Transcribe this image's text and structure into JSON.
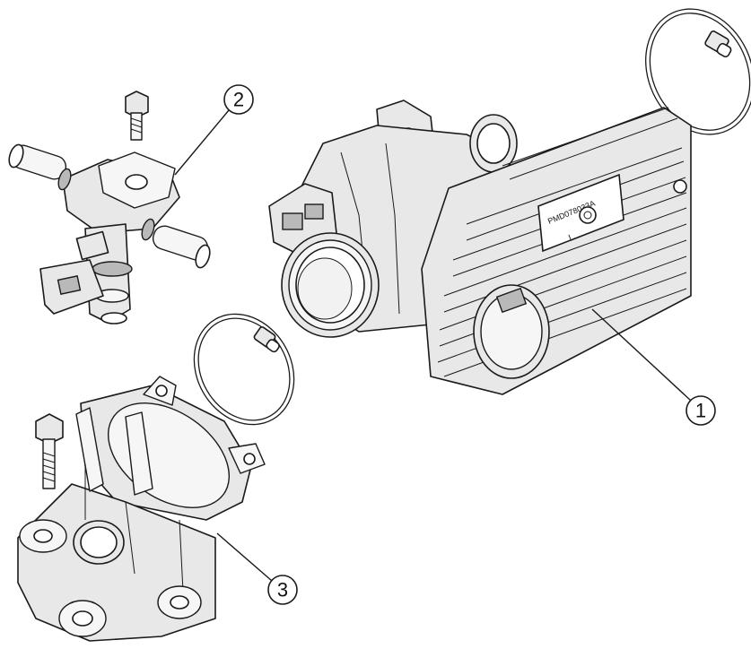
{
  "callouts": [
    {
      "label": "1"
    },
    {
      "label": "2"
    },
    {
      "label": "3"
    }
  ],
  "parts": {
    "throttle_body": {
      "plate_text": "PMD078033A",
      "plate_mark": "I"
    },
    "fuel_injector": {},
    "intake_manifold": {},
    "hose_clamps": {}
  }
}
